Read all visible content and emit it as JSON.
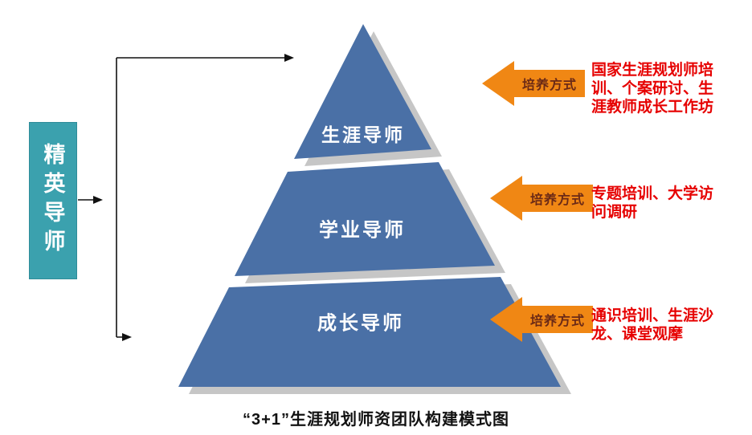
{
  "title": "“3+1”生涯规划师资团队构建模式图",
  "elite_box": {
    "label": "精英导师"
  },
  "pyramid": {
    "levels": [
      {
        "label": "生涯导师"
      },
      {
        "label": "学业导师"
      },
      {
        "label": "成长导师"
      }
    ]
  },
  "annotations": [
    {
      "arrow_label": "培养方式",
      "description": "国家生涯规划师培训、个案研讨、生涯教师成长工作坊"
    },
    {
      "arrow_label": "培养方式",
      "description": "专题培训、大学访问调研"
    },
    {
      "arrow_label": "培养方式",
      "description": "通识培训、生涯沙龙、课堂观摩"
    }
  ],
  "colors": {
    "pyramid_blue": "#4a70a6",
    "shadow_gray": "#c6c6c6",
    "elite_box_teal": "#3ba1ae",
    "arrow_orange": "#f08714",
    "note_red": "#e60000",
    "connector_black": "#111111"
  }
}
